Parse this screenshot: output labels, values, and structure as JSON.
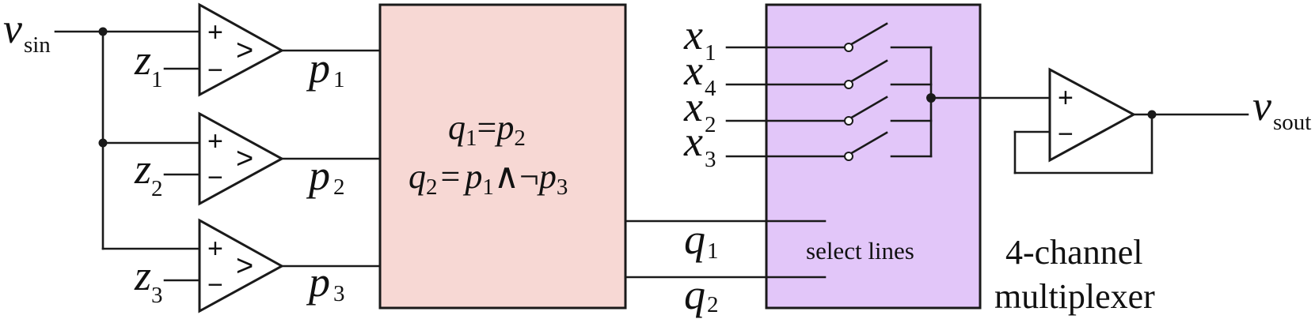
{
  "colors": {
    "logic_block_fill": "#f7d8d4",
    "mux_block_fill": "#e2c6f9",
    "wire": "#1a1a1a"
  },
  "input": {
    "name": "v",
    "sub": "sin"
  },
  "output": {
    "name": "v",
    "sub": "sout"
  },
  "comparators": [
    {
      "plus": "+",
      "minus": "−",
      "symbol": ">",
      "ref_name": "z",
      "ref_sub": "1",
      "out_name": "p",
      "out_sub": "1"
    },
    {
      "plus": "+",
      "minus": "−",
      "symbol": ">",
      "ref_name": "z",
      "ref_sub": "2",
      "out_name": "p",
      "out_sub": "2"
    },
    {
      "plus": "+",
      "minus": "−",
      "symbol": ">",
      "ref_name": "z",
      "ref_sub": "3",
      "out_name": "p",
      "out_sub": "3"
    }
  ],
  "logic": {
    "eq1": {
      "lhs": "q",
      "lhs_sub": "1",
      "op": "=",
      "rhs": "p",
      "rhs_sub": "2"
    },
    "eq2": {
      "lhs": "q",
      "lhs_sub": "2",
      "op": "=",
      "a": "p",
      "a_sub": "1",
      "and": "∧",
      "not": "¬",
      "b": "p",
      "b_sub": "3"
    }
  },
  "select": [
    {
      "name": "q",
      "sub": "1"
    },
    {
      "name": "q",
      "sub": "2"
    }
  ],
  "mux": {
    "inputs": [
      {
        "name": "x",
        "sub": "1"
      },
      {
        "name": "x",
        "sub": "4"
      },
      {
        "name": "x",
        "sub": "2"
      },
      {
        "name": "x",
        "sub": "3"
      }
    ],
    "select_label": "select lines",
    "caption_line1": "4-channel",
    "caption_line2": "multiplexer"
  },
  "buffer": {
    "plus": "+",
    "minus": "−"
  }
}
